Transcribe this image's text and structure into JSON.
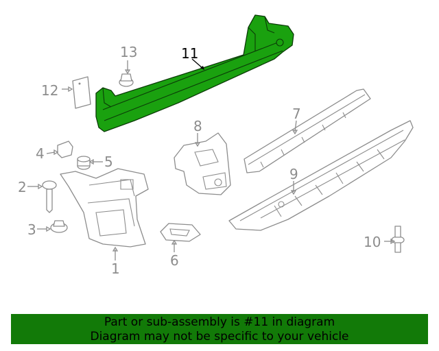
{
  "callouts": {
    "c1": "1",
    "c2": "2",
    "c3": "3",
    "c4": "4",
    "c5": "5",
    "c6": "6",
    "c7": "7",
    "c8": "8",
    "c9": "9",
    "c10": "10",
    "c11": "11",
    "c12": "12",
    "c13": "13"
  },
  "highlight": {
    "part": "11",
    "color": "#1aa10f"
  },
  "banner": {
    "line1": "Part or sub-assembly is #11 in diagram",
    "line2": "Diagram may not be specific to your vehicle",
    "color": "#127a08"
  }
}
